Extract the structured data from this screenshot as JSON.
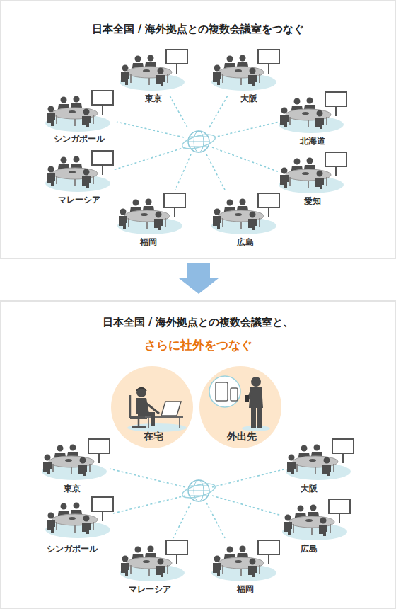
{
  "diagram": {
    "nodes": [
      {
        "text": [
          "日本全国 / 海外拠点との複数会議室をつなぐ"
        ]
      },
      {
        "text": [
          "東京"
        ],
        "in": 0
      },
      {
        "text": [
          "大阪"
        ],
        "in": 0
      },
      {
        "text": [
          "シンガポール"
        ],
        "in": 0
      },
      {
        "text": [
          "北海道"
        ],
        "in": 0
      },
      {
        "text": [
          "マレーシア"
        ],
        "in": 0
      },
      {
        "text": [
          "愛知"
        ],
        "in": 0
      },
      {
        "text": [
          "福岡"
        ],
        "in": 0
      },
      {
        "text": [
          "広島"
        ],
        "in": 0
      },
      {
        "text": [
          "日本全国 / 海外拠点との複数会議室と、",
          "さらに社外をつなぐ"
        ]
      },
      {
        "text": [
          "在宅"
        ],
        "in": 9
      },
      {
        "text": [
          "外出先"
        ],
        "in": 9
      },
      {
        "text": [
          "東京"
        ],
        "in": 9
      },
      {
        "text": [
          "大阪"
        ],
        "in": 9
      },
      {
        "text": [
          "シンガポール"
        ],
        "in": 9
      },
      {
        "text": [
          "広島"
        ],
        "in": 9
      },
      {
        "text": [
          "マレーシア"
        ],
        "in": 9
      },
      {
        "text": [
          "福岡"
        ],
        "in": 9
      }
    ]
  }
}
